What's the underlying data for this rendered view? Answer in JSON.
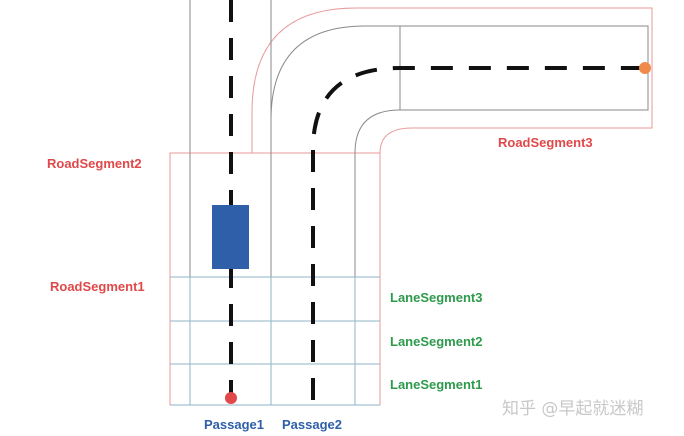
{
  "labels": {
    "road_segment_1": "RoadSegment1",
    "road_segment_2": "RoadSegment2",
    "road_segment_3": "RoadSegment3",
    "lane_segment_1": "LaneSegment1",
    "lane_segment_2": "LaneSegment2",
    "lane_segment_3": "LaneSegment3",
    "passage_1": "Passage1",
    "passage_2": "Passage2"
  },
  "watermark": "知乎 @早起就迷糊",
  "colors": {
    "road_segment_label": "#e0484a",
    "lane_segment_label": "#2e9a4c",
    "passage_label": "#2e5fa8",
    "vehicle": "#2e5fa8",
    "start_point": "#e0484a",
    "end_point": "#f08a4b",
    "road_outline": "#e89a9a",
    "lane_outline": "#8a8a8a",
    "lane_grid": "#8fb5c8",
    "center_line": "#111111"
  },
  "icons": {
    "vehicle": "vehicle-rect",
    "start_point": "red-dot",
    "end_point": "orange-dot"
  }
}
